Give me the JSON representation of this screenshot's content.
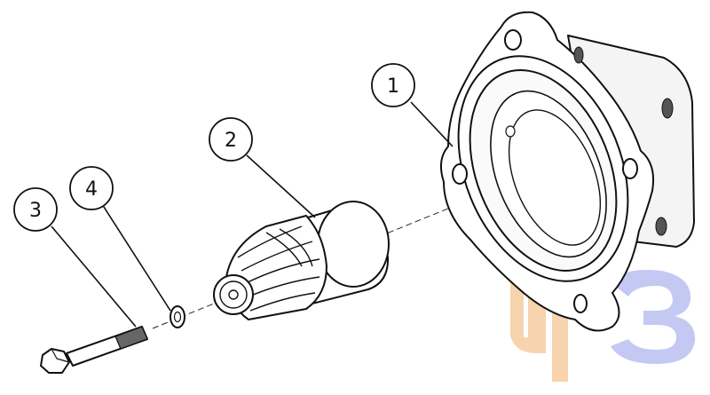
{
  "diagram": {
    "callouts": [
      {
        "id": "1",
        "label": "1"
      },
      {
        "id": "2",
        "label": "2"
      },
      {
        "id": "3",
        "label": "3"
      },
      {
        "id": "4",
        "label": "4"
      }
    ],
    "watermark": {
      "text": "ЦЗ",
      "colors": [
        "#f5c79a",
        "#b9bef0"
      ]
    }
  }
}
